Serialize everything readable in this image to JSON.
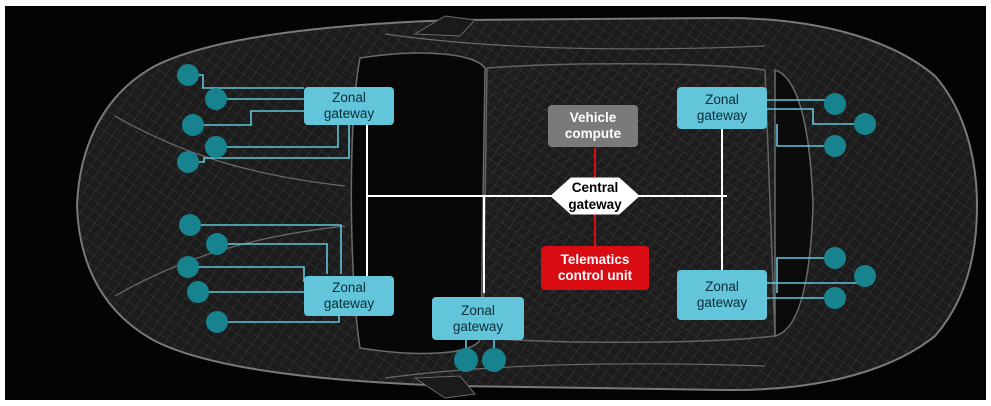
{
  "colors": {
    "background": "#040404",
    "car_outline": "#6a6a6a",
    "zonal_fill": "#62c5d9",
    "node_fill": "#16838f",
    "link_cyan": "#62c5d9",
    "backbone": "#ffffff",
    "vehicle_compute_fill": "#7a7a7a",
    "telematics_fill": "#d90b13",
    "red_link": "#d90b13",
    "central_gateway_fill": "#ffffff"
  },
  "zonal_gateway": {
    "line1": "Zonal",
    "line2": "gateway"
  },
  "vehicle_compute": {
    "line1": "Vehicle",
    "line2": "compute"
  },
  "central_gateway": {
    "line1": "Central",
    "line2": "gateway"
  },
  "telematics": {
    "line1": "Telematics",
    "line2": "control unit"
  }
}
